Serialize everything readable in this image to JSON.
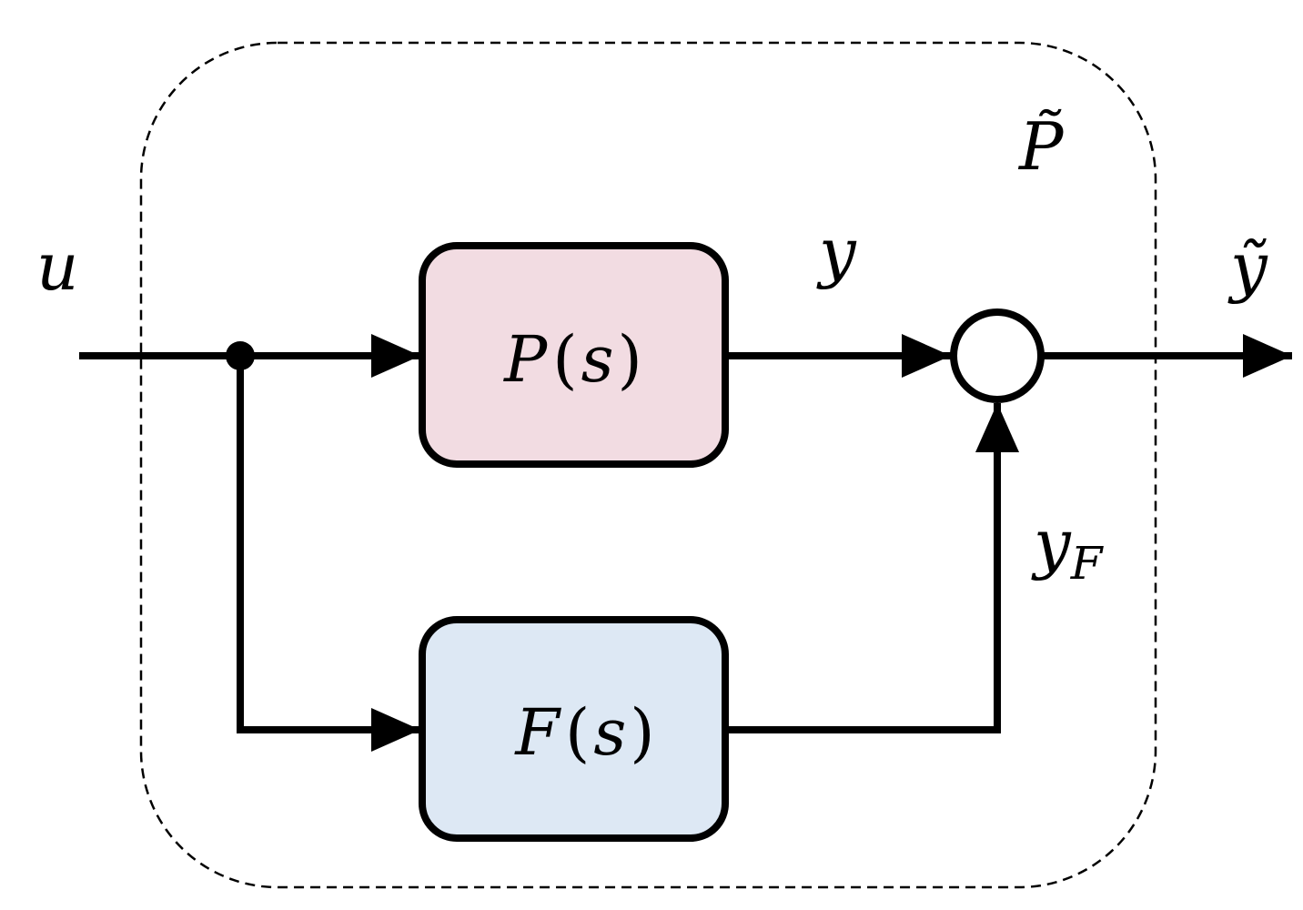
{
  "colors": {
    "line": "#000000",
    "plant_fill": "#f2dce2",
    "filter_fill": "#dde8f4",
    "junction_fill": "#ffffff",
    "background": "#ffffff"
  },
  "blocks": {
    "plant": {
      "func": "P",
      "open": "(",
      "arg": "s",
      "close": ")"
    },
    "filter": {
      "func": "F",
      "open": "(",
      "arg": "s",
      "close": ")"
    }
  },
  "signals": {
    "input": "u",
    "plant_output": "y",
    "output": "ỹ",
    "filter_output_base": "y",
    "filter_output_sub": "F"
  },
  "augmented_plant": {
    "label": "P̃"
  }
}
